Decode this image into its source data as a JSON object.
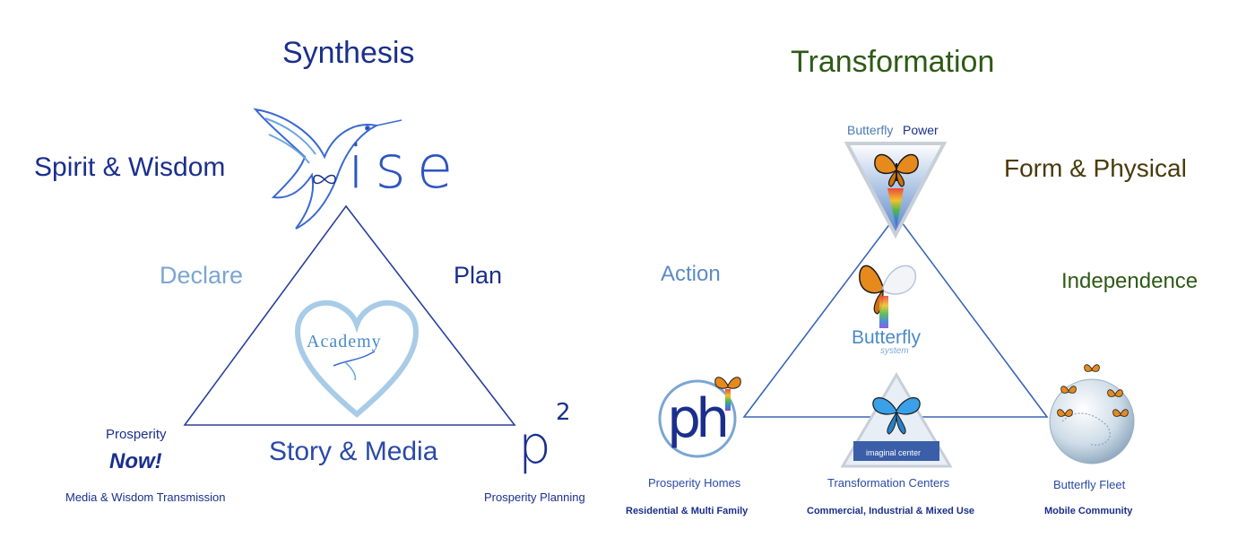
{
  "left_diagram": {
    "title": "Synthesis",
    "left_label": "Spirit & Wisdom",
    "logo_text": "ise",
    "side_left": "Declare",
    "side_right": "Plan",
    "center_badge": "Academy",
    "bottom_label": "Story & Media",
    "bottom_left": {
      "line1": "Prosperity",
      "line2": "Now!",
      "caption": "Media & Wisdom Transmission"
    },
    "bottom_right": {
      "logo_base": "p",
      "logo_sup": "2",
      "caption": "Prosperity Planning"
    }
  },
  "right_diagram": {
    "title": "Transformation",
    "right_label": "Form & Physical",
    "side_left": "Action",
    "side_right": "Independence",
    "top": {
      "label_part1": "Butterfly",
      "label_part2": "Power"
    },
    "center": {
      "label": "Butterfly",
      "sub": "system"
    },
    "bottom_left": {
      "logo_text": "ph",
      "title": "Prosperity Homes",
      "caption": "Residential & Multi Family"
    },
    "bottom_center": {
      "badge": "imaginal center",
      "title": "Transformation Centers",
      "caption": "Commercial, Industrial & Mixed Use"
    },
    "bottom_right": {
      "title": "Butterfly Fleet",
      "caption": "Mobile Community"
    }
  },
  "colors": {
    "navy": "#1a2f8c",
    "light_blue": "#7aa6d4",
    "green": "#2f5a16",
    "olive": "#4a3a0c"
  },
  "icons": [
    "hummingbird-icon",
    "heart-icon",
    "butterfly-icon",
    "globe-icon",
    "lotus-icon"
  ]
}
